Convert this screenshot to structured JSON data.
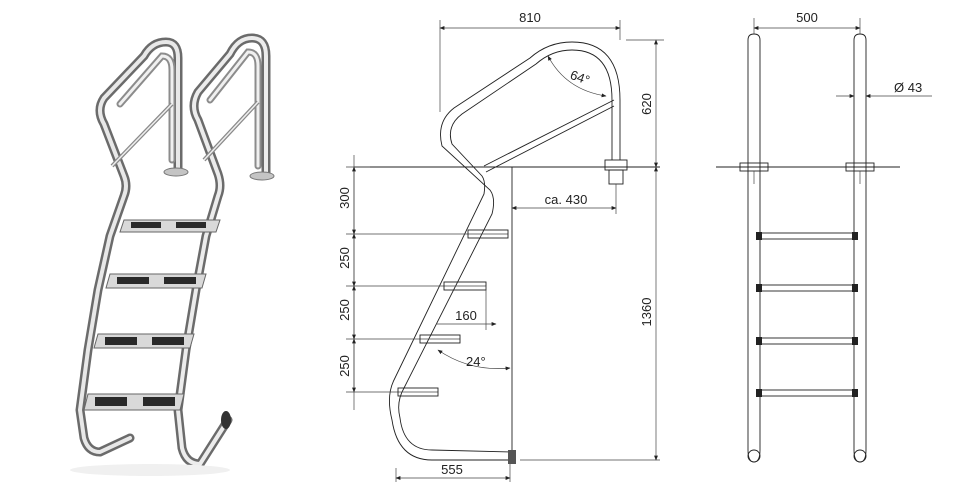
{
  "colors": {
    "steel_light": "#eeeeee",
    "steel_mid": "#bdbdbd",
    "steel_dark": "#6f6f6f",
    "tread": "#2a2a2a",
    "outline": "#555555",
    "dimension": "#222222"
  },
  "side_view": {
    "dims": {
      "top_width": "810",
      "handrail_angle": "64°",
      "handrail_height": "620",
      "deck_offset": "ca. 430",
      "step1_gap": "300",
      "step2_gap": "250",
      "step3_gap": "250",
      "step4_gap": "250",
      "step_depth": "160",
      "ladder_angle": "24°",
      "total_height": "1360",
      "base_width": "555"
    }
  },
  "front_view": {
    "dims": {
      "width": "500",
      "tube_diameter": "Ø 43"
    }
  }
}
